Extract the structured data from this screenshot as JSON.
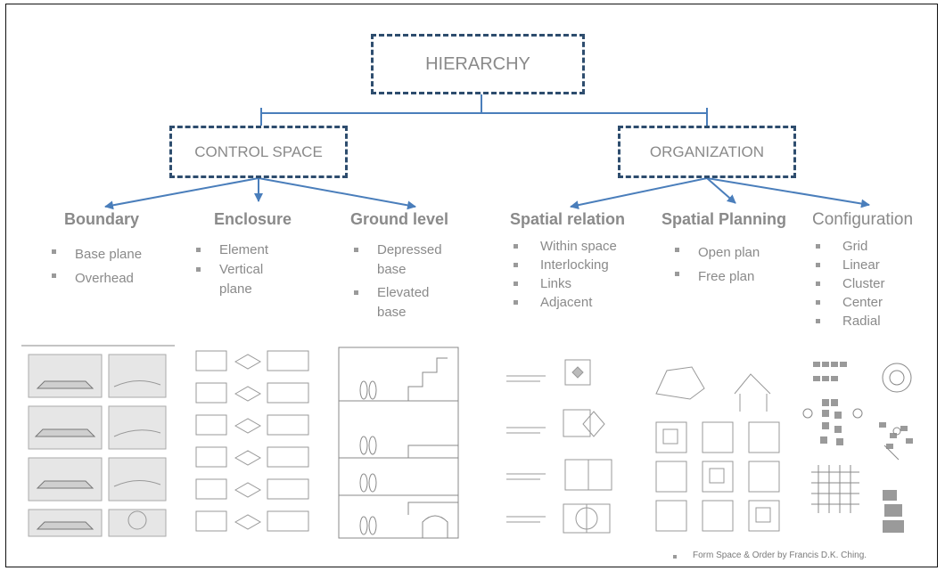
{
  "root": {
    "label": "HIERARCHY"
  },
  "branches": [
    {
      "label": "CONTROL SPACE"
    },
    {
      "label": "ORGANIZATION"
    }
  ],
  "categories": [
    {
      "title": "Boundary",
      "items": [
        "Base plane",
        "Overhead"
      ]
    },
    {
      "title": "Enclosure",
      "items": [
        "Element",
        "Vertical plane"
      ]
    },
    {
      "title": "Ground level",
      "items": [
        "Depressed base",
        "Elevated base"
      ]
    },
    {
      "title": "Spatial relation",
      "items": [
        "Within space",
        "Interlocking",
        "Links",
        "Adjacent"
      ]
    },
    {
      "title": "Spatial Planning",
      "items": [
        "Open plan",
        "Free plan"
      ]
    },
    {
      "title": "Configuration",
      "items": [
        "Grid",
        "Linear",
        "Cluster",
        "Center",
        "Radial"
      ]
    }
  ],
  "credit": "Form Space & Order by Francis D.K. Ching.",
  "colors": {
    "box_border": "#2e4d6e",
    "arrow": "#4a7ebb",
    "text": "#8a8a8a"
  },
  "illustrations": [
    "boundary-sketches",
    "enclosure-sketches",
    "ground-level-section",
    "spatial-relation-diagrams",
    "spatial-planning-plans",
    "configuration-diagrams"
  ]
}
